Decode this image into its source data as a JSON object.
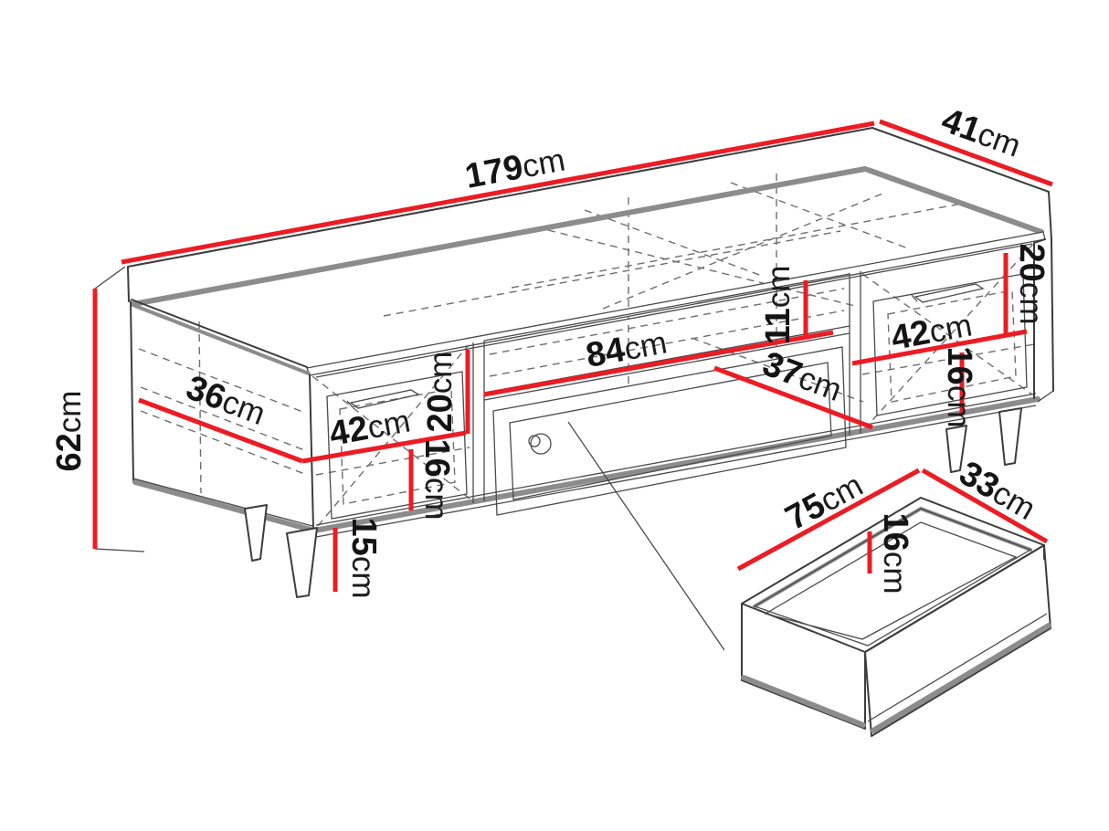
{
  "page": {
    "background": "#ffffff",
    "description": "TV stand technical dimension diagram with pulled-out drawer detail"
  },
  "palette": {
    "dimension_red": "#ec1c24",
    "outline_dark": "#3c3c3c",
    "edge_gray": "#8c8c8c",
    "text_black": "#141414"
  },
  "dimensions": {
    "top_width": {
      "value": "179",
      "unit": "cm"
    },
    "top_depth": {
      "value": "41",
      "unit": "cm"
    },
    "total_height": {
      "value": "62",
      "unit": "cm"
    },
    "side_shelf_depth": {
      "value": "36",
      "unit": "cm"
    },
    "left_drawer_width": {
      "value": "42",
      "unit": "cm"
    },
    "left_drawer_front_height": {
      "value": "20",
      "unit": "cm"
    },
    "left_drawer_inner_height": {
      "value": "16",
      "unit": "cm"
    },
    "leg_height": {
      "value": "15",
      "unit": "cm"
    },
    "niche_width": {
      "value": "84",
      "unit": "cm"
    },
    "niche_depth": {
      "value": "37",
      "unit": "cm"
    },
    "niche_height": {
      "value": "11",
      "unit": "cm"
    },
    "right_drawer_width": {
      "value": "42",
      "unit": "cm"
    },
    "right_drawer_front_height": {
      "value": "20",
      "unit": "cm"
    },
    "right_drawer_inner_height": {
      "value": "16",
      "unit": "cm"
    },
    "pullout_drawer_length": {
      "value": "75",
      "unit": "cm"
    },
    "pullout_drawer_depth": {
      "value": "33",
      "unit": "cm"
    },
    "pullout_drawer_height": {
      "value": "16",
      "unit": "cm"
    }
  }
}
